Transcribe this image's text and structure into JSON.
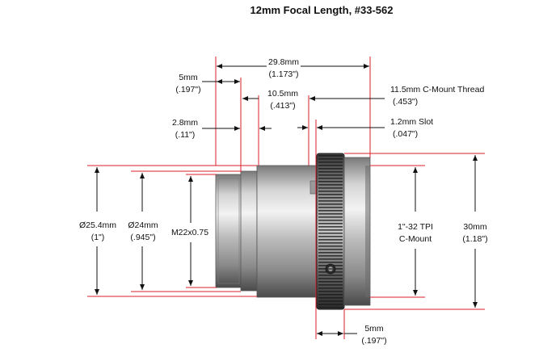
{
  "title": "12mm Focal Length, #33-562",
  "dims": {
    "overall_len": "29.8mm",
    "overall_len_in": "(1.173\")",
    "front_5": "5mm",
    "front_5_in": "(.197\")",
    "thread_28": "2.8mm",
    "thread_28_in": "(.11\")",
    "barrel_105": "10.5mm",
    "barrel_105_in": "(.413\")",
    "cmount_thread": "11.5mm  C-Mount Thread",
    "cmount_thread_in": "(.453\")",
    "slot": "1.2mm   Slot",
    "slot_in": "(.047\")",
    "dia_254": "Ø25.4mm",
    "dia_254_in": "(1\")",
    "dia_24": "Ø24mm",
    "dia_24_in": "(.945\")",
    "m22": "M22x0.75",
    "tpi": "1\"-32 TPI",
    "cmount": "C-Mount",
    "h30": "30mm",
    "h30_in": "(1.18\")",
    "rear_5": "5mm",
    "rear_5_in": "(.197\")"
  }
}
